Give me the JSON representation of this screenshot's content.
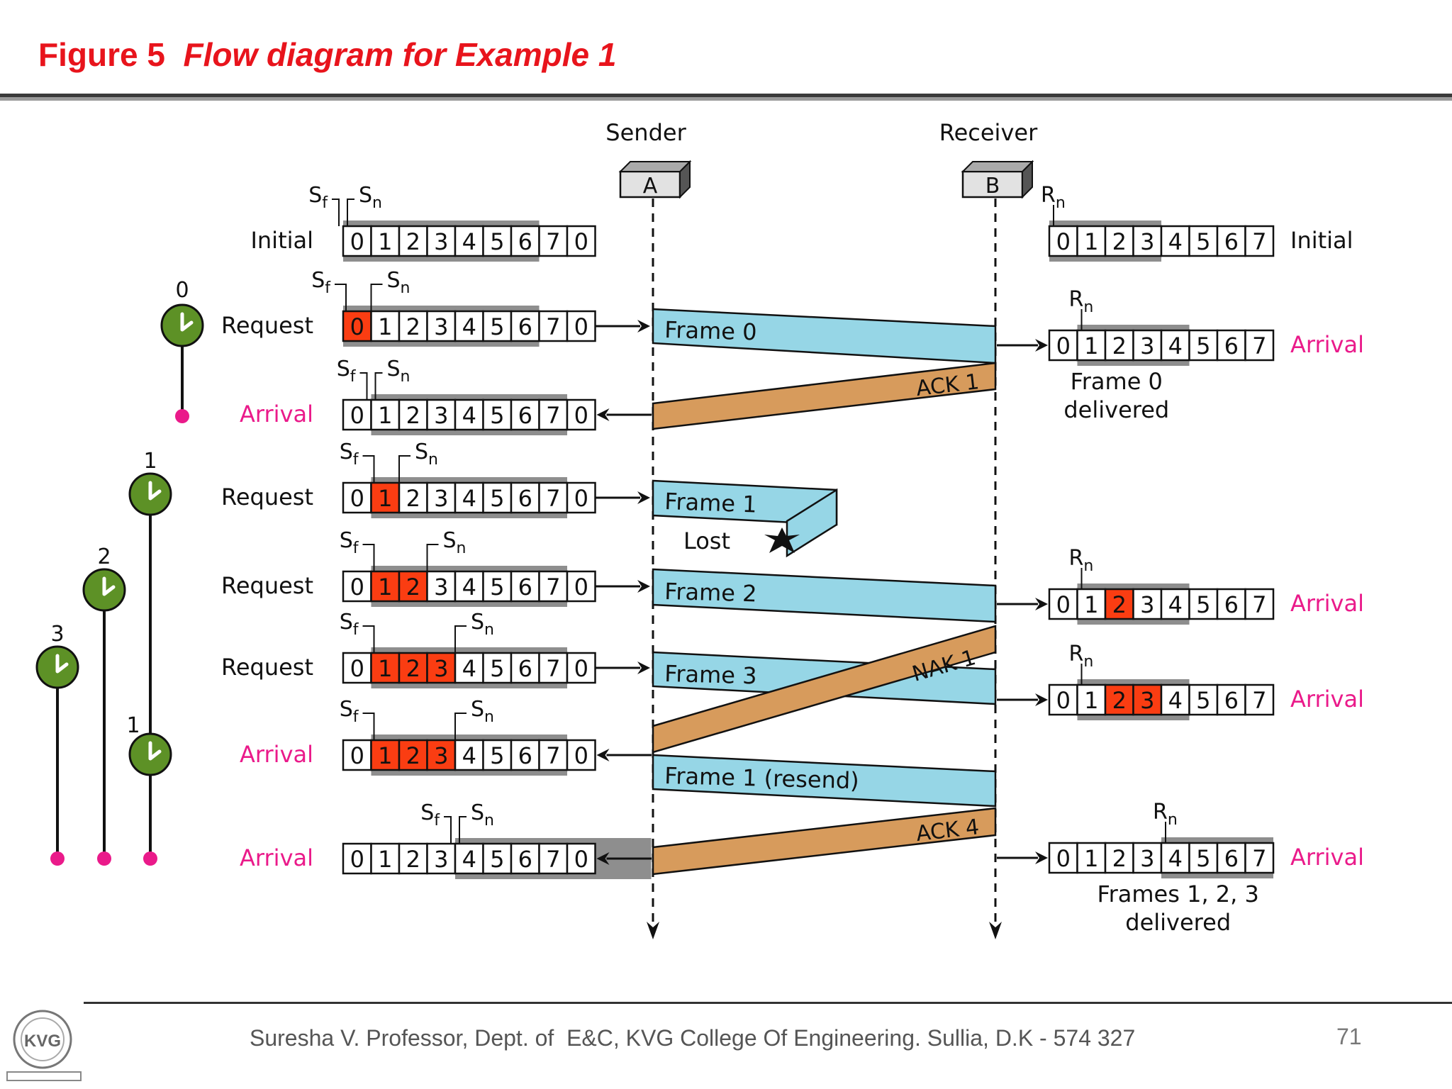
{
  "figure": {
    "prefix": "Figure 5",
    "caption": "Flow diagram for Example 1"
  },
  "stations": {
    "sender": {
      "label": "Sender",
      "box": "A"
    },
    "receiver": {
      "label": "Receiver",
      "box": "B"
    }
  },
  "colors": {
    "frame": "#96d6e6",
    "ack": "#d79b5c",
    "highlight": "#fa3d12",
    "shade": "#8e8e8e",
    "arrival": "#ea1a8a",
    "timer": "#5d9126",
    "title": "#e8141c"
  },
  "pointers": {
    "sf": "S",
    "sf_sub": "f",
    "sn": "S",
    "sn_sub": "n",
    "rn": "R",
    "rn_sub": "n"
  },
  "sender_rows": [
    {
      "label": "Initial",
      "label_kind": "event",
      "cells": [
        "0",
        "1",
        "2",
        "3",
        "4",
        "5",
        "6",
        "7",
        "0"
      ],
      "sf": 0,
      "sn": 0,
      "highlight": []
    },
    {
      "label": "Request",
      "label_kind": "event",
      "cells": [
        "0",
        "1",
        "2",
        "3",
        "4",
        "5",
        "6",
        "7",
        "0"
      ],
      "sf": 0,
      "sn": 1,
      "highlight": [
        0
      ]
    },
    {
      "label": "Arrival",
      "label_kind": "arrival",
      "cells": [
        "0",
        "1",
        "2",
        "3",
        "4",
        "5",
        "6",
        "7",
        "0"
      ],
      "sf": 1,
      "sn": 1,
      "highlight": []
    },
    {
      "label": "Request",
      "label_kind": "event",
      "cells": [
        "0",
        "1",
        "2",
        "3",
        "4",
        "5",
        "6",
        "7",
        "0"
      ],
      "sf": 1,
      "sn": 2,
      "highlight": [
        1
      ]
    },
    {
      "label": "Request",
      "label_kind": "event",
      "cells": [
        "0",
        "1",
        "2",
        "3",
        "4",
        "5",
        "6",
        "7",
        "0"
      ],
      "sf": 1,
      "sn": 3,
      "highlight": [
        1,
        2
      ]
    },
    {
      "label": "Request",
      "label_kind": "event",
      "cells": [
        "0",
        "1",
        "2",
        "3",
        "4",
        "5",
        "6",
        "7",
        "0"
      ],
      "sf": 1,
      "sn": 4,
      "highlight": [
        1,
        2,
        3
      ]
    },
    {
      "label": "Arrival",
      "label_kind": "arrival",
      "cells": [
        "0",
        "1",
        "2",
        "3",
        "4",
        "5",
        "6",
        "7",
        "0"
      ],
      "sf": 1,
      "sn": 4,
      "highlight": [
        1,
        2,
        3
      ]
    },
    {
      "label": "Arrival",
      "label_kind": "arrival",
      "cells": [
        "0",
        "1",
        "2",
        "3",
        "4",
        "5",
        "6",
        "7",
        "0"
      ],
      "sf": 4,
      "sn": 4,
      "highlight": []
    }
  ],
  "receiver_rows": [
    {
      "label": "Initial",
      "label_kind": "event",
      "cells": [
        "0",
        "1",
        "2",
        "3",
        "4",
        "5",
        "6",
        "7"
      ],
      "rn": 0,
      "highlight": [],
      "note": []
    },
    {
      "label": "Arrival",
      "label_kind": "arrival",
      "cells": [
        "0",
        "1",
        "2",
        "3",
        "4",
        "5",
        "6",
        "7"
      ],
      "rn": 1,
      "highlight": [],
      "note": [
        "Frame 0",
        "delivered"
      ]
    },
    {
      "label": "Arrival",
      "label_kind": "arrival",
      "cells": [
        "0",
        "1",
        "2",
        "3",
        "4",
        "5",
        "6",
        "7"
      ],
      "rn": 1,
      "highlight": [
        2
      ],
      "note": []
    },
    {
      "label": "Arrival",
      "label_kind": "arrival",
      "cells": [
        "0",
        "1",
        "2",
        "3",
        "4",
        "5",
        "6",
        "7"
      ],
      "rn": 1,
      "highlight": [
        2,
        3
      ],
      "note": []
    },
    {
      "label": "Arrival",
      "label_kind": "arrival",
      "cells": [
        "0",
        "1",
        "2",
        "3",
        "4",
        "5",
        "6",
        "7"
      ],
      "rn": 4,
      "highlight": [],
      "note": [
        "Frames 1, 2, 3",
        "delivered"
      ]
    }
  ],
  "messages": [
    {
      "kind": "frame",
      "label": "Frame 0",
      "lost": false
    },
    {
      "kind": "ack",
      "label": "ACK 1"
    },
    {
      "kind": "frame",
      "label": "Frame 1",
      "lost": true,
      "lost_label": "Lost"
    },
    {
      "kind": "frame",
      "label": "Frame 2",
      "lost": false
    },
    {
      "kind": "frame",
      "label": "Frame 3",
      "lost": false
    },
    {
      "kind": "ack",
      "label": "NAK 1"
    },
    {
      "kind": "frame",
      "label": "Frame 1 (resend)",
      "lost": false
    },
    {
      "kind": "ack",
      "label": "ACK 4"
    }
  ],
  "timers": [
    {
      "number": "0"
    },
    {
      "number": "1"
    },
    {
      "number": "2"
    },
    {
      "number": "3"
    },
    {
      "number": "1"
    }
  ],
  "footer": {
    "text": "Suresha V. Professor, Dept. of  E&C, KVG College Of Engineering. Sullia, D.K - 574 327",
    "page": "71",
    "logo_text": "KVG"
  }
}
